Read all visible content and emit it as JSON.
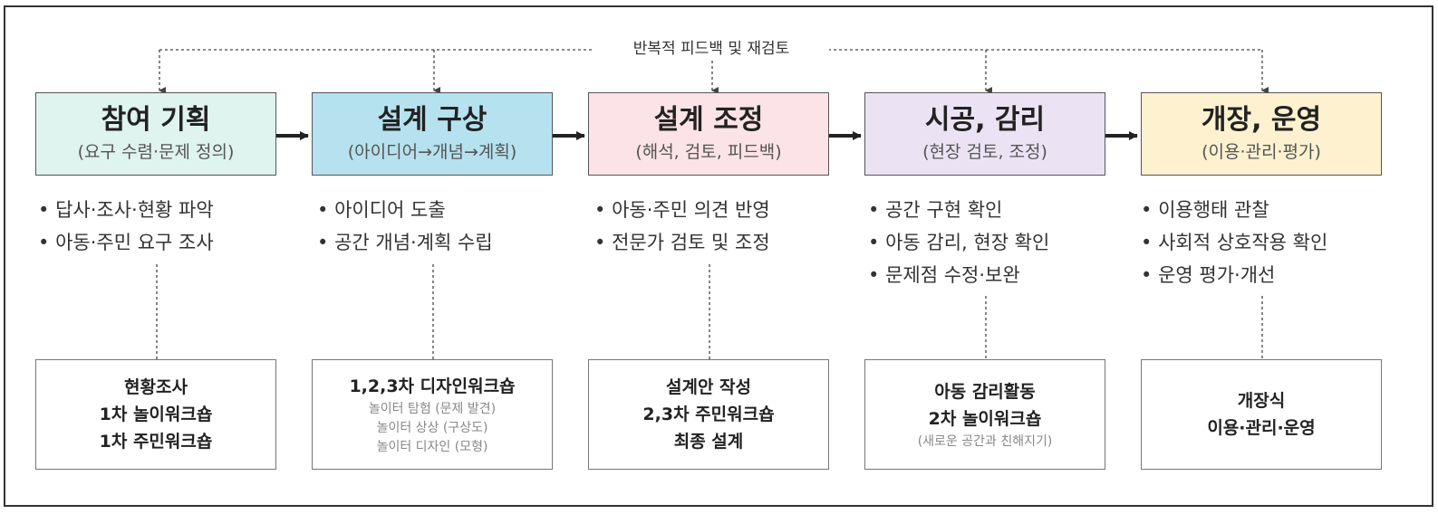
{
  "feedback_label": "반복적 피드백 및 재검토",
  "stages": [
    {
      "title": "참여 기획",
      "subtitle": "(요구 수렴·문제 정의)",
      "color": "#dff3ef",
      "bullets": [
        "답사·조사·현황 파악",
        "아동·주민 요구 조사"
      ],
      "activities": [
        "현황조사",
        "1차 놀이워크숍",
        "1차 주민워크숍"
      ],
      "notes": []
    },
    {
      "title": "설계 구상",
      "subtitle": "(아이디어→개념→계획)",
      "color": "#b5e2ee",
      "bullets": [
        "아이디어 도출",
        "공간 개념·계획 수립"
      ],
      "activities": [
        "1,2,3차 디자인워크숍"
      ],
      "notes": [
        "놀이터 탐험 (문제 발견)",
        "놀이터 상상 (구상도)",
        "놀이터 디자인 (모형)"
      ]
    },
    {
      "title": "설계 조정",
      "subtitle": "(해석, 검토, 피드백)",
      "color": "#fbe3e7",
      "bullets": [
        "아동·주민 의견 반영",
        "전문가 검토 및 조정"
      ],
      "activities": [
        "설계안 작성",
        "2,3차 주민워크숍",
        "최종 설계"
      ],
      "notes": []
    },
    {
      "title": "시공, 감리",
      "subtitle": "(현장 검토, 조정)",
      "color": "#ebe3f4",
      "bullets": [
        "공간 구현 확인",
        "아동 감리, 현장 확인",
        "문제점 수정·보완"
      ],
      "activities": [
        "아동 감리활동",
        "2차 놀이워크숍"
      ],
      "notes": [
        "(새로운 공간과 친해지기)"
      ]
    },
    {
      "title": "개장, 운영",
      "subtitle": "(이용·관리·평가)",
      "color": "#fdf1cf",
      "bullets": [
        "이용행태 관찰",
        "사회적 상호작용 확인",
        "운영 평가·개선"
      ],
      "activities": [
        "개장식",
        "이용·관리·운영"
      ],
      "notes": []
    }
  ]
}
